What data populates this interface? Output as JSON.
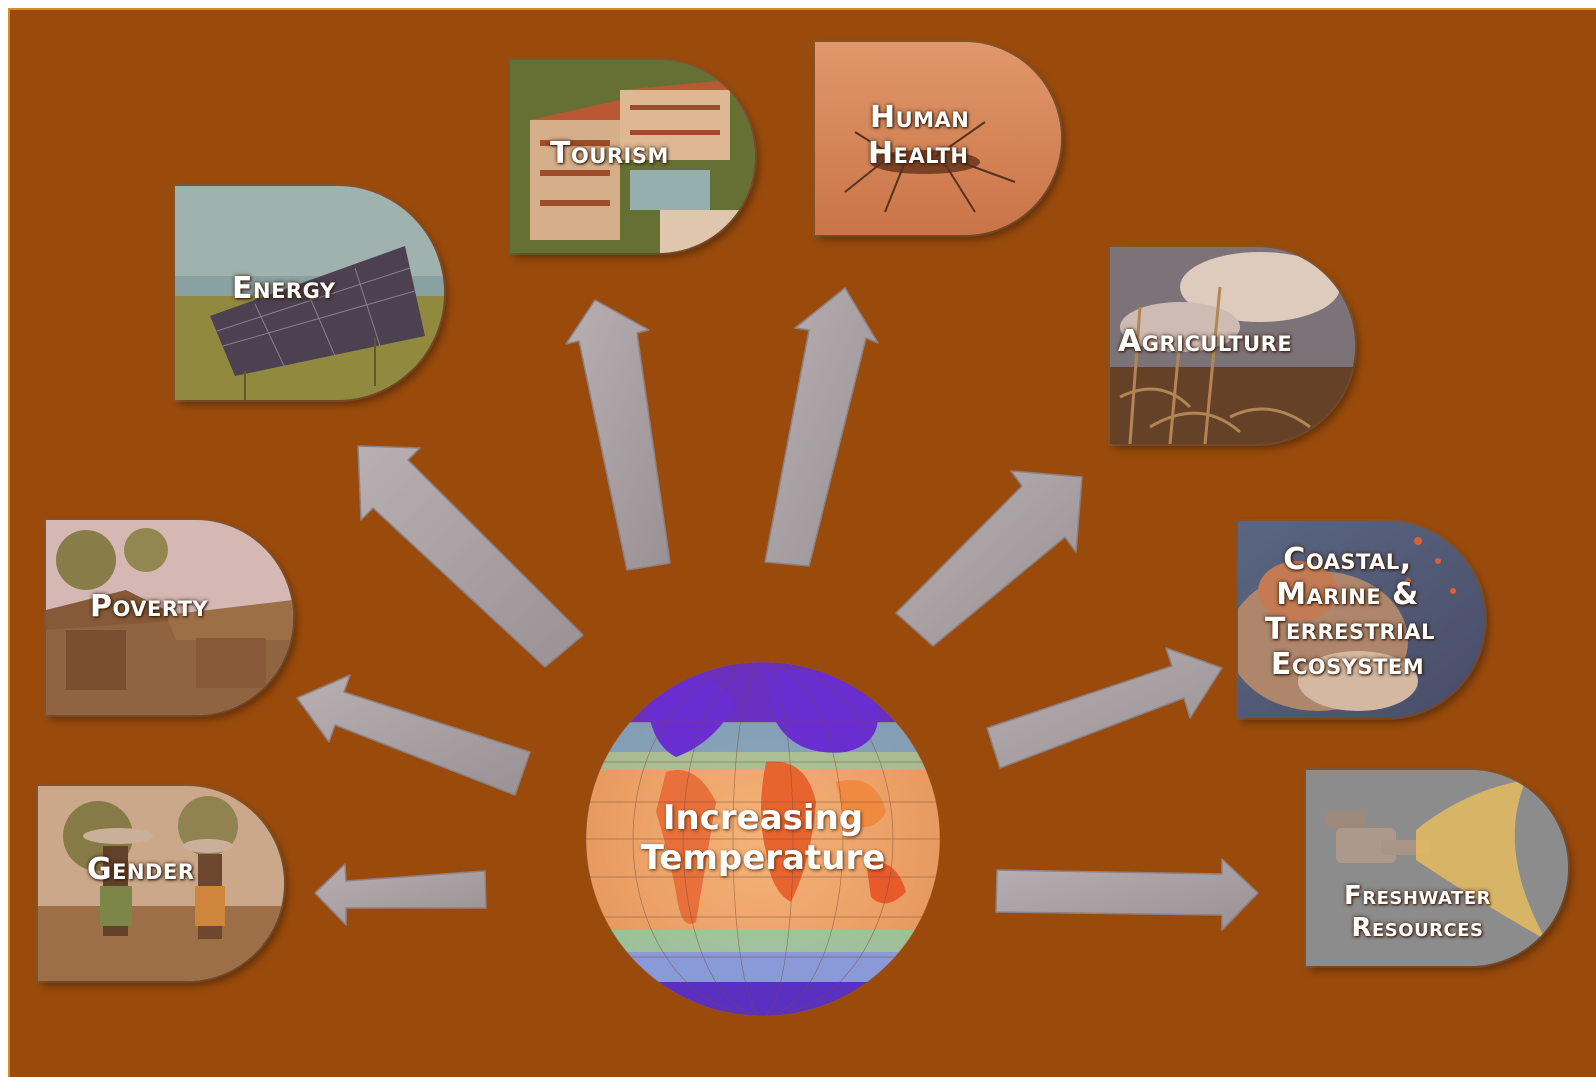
{
  "center": {
    "line1": "Increasing",
    "line2": "Temperature"
  },
  "impacts": {
    "energy": "Energy",
    "tourism": "Tourism",
    "health_1": "Human",
    "health_2": "Health",
    "agriculture": "Agriculture",
    "poverty": "Poverty",
    "coastal_1": "Coastal,",
    "coastal_2": "Marine &",
    "coastal_3": "Terrestrial",
    "coastal_4": "Ecosystem",
    "gender": "Gender",
    "freshwater_1": "Freshwater",
    "freshwater_2": "Resources"
  },
  "colors": {
    "background": "#9a4b0c",
    "arrow": "#a79ea0",
    "label": "#ffffff"
  }
}
